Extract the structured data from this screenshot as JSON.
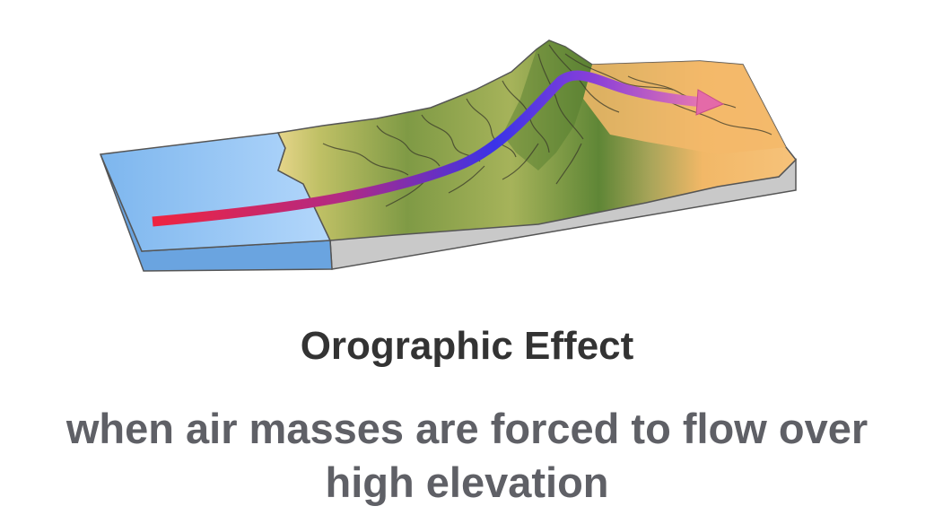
{
  "illustration": {
    "icon": "orographic-landscape-block",
    "colors": {
      "ocean": "#8ec4f2",
      "lowland": "#b8bb5a",
      "mountain": "#6a8c3c",
      "leeward": "#f0b060",
      "ground_side": "#c8c8c8",
      "airflow_start": "#ef2b4a",
      "airflow_mid": "#3a33e8",
      "airflow_end": "#e46aa8"
    }
  },
  "title": "Orographic Effect",
  "subtitle": "when air masses are forced to flow over high elevation"
}
